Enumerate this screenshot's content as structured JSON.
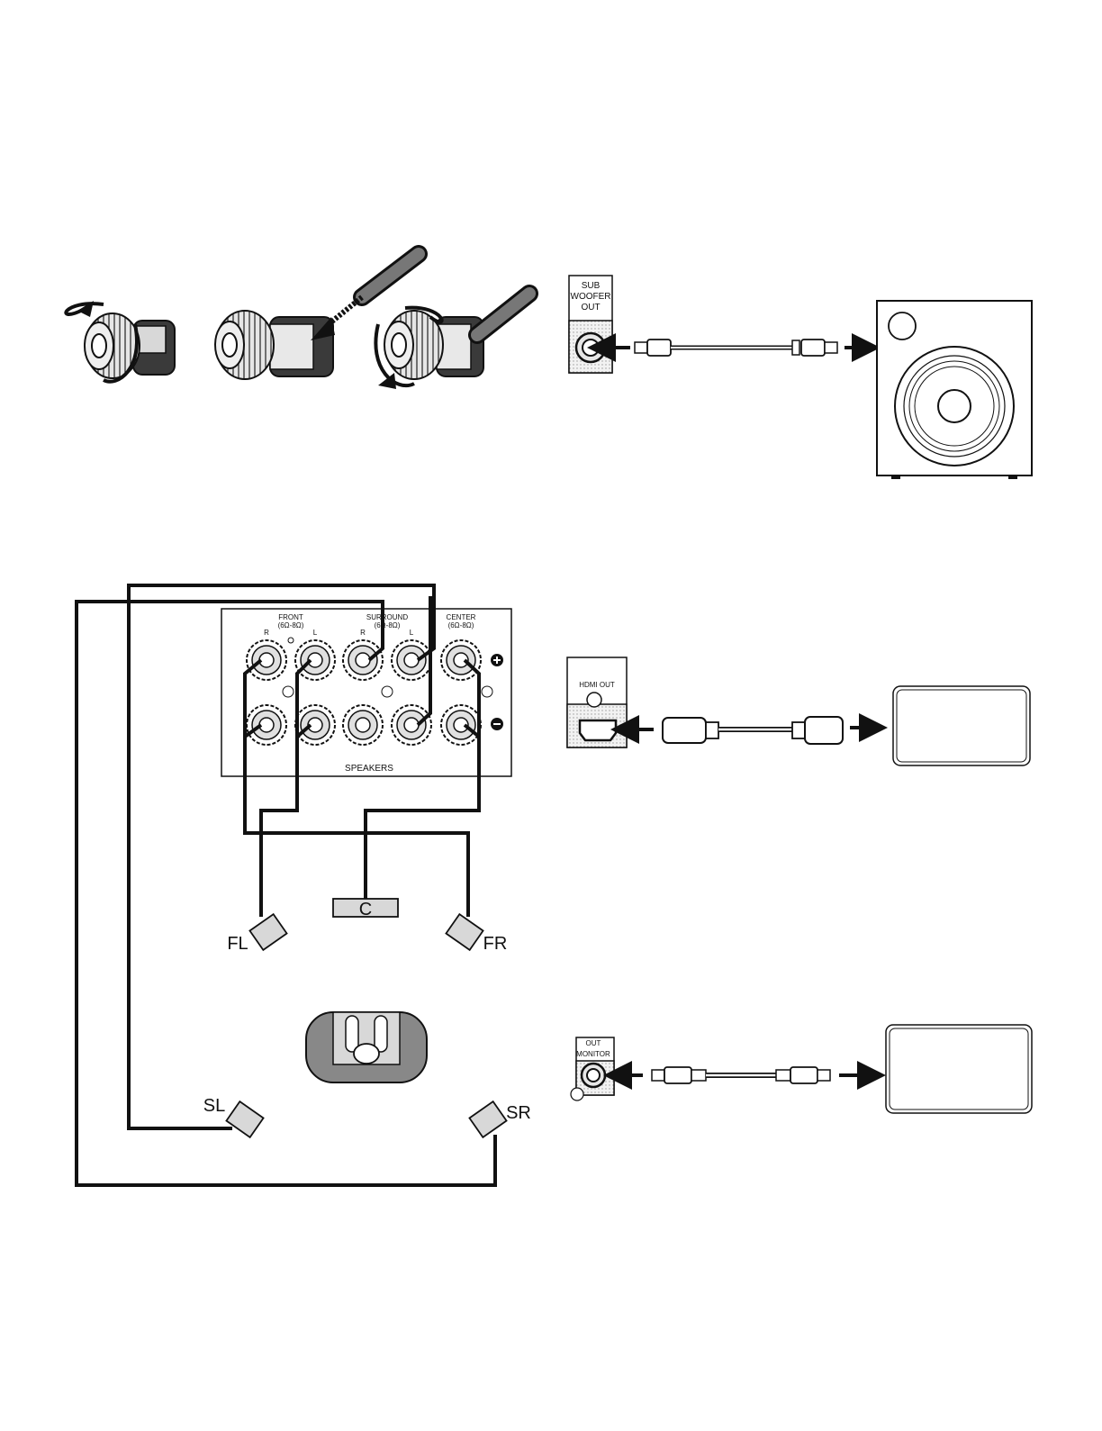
{
  "subwoofer_panel": {
    "line1": "SUB",
    "line2": "WOOFER",
    "line3": "OUT"
  },
  "hdmi_panel": {
    "label": "HDMI OUT"
  },
  "monitor_panel": {
    "line1": "OUT",
    "line2": "MONITOR"
  },
  "speaker_panel": {
    "front": "FRONT",
    "front_imp": "(6Ω-8Ω)",
    "surround": "SURROUND",
    "surround_imp": "(6Ω-8Ω)",
    "center": "CENTER",
    "center_imp": "(6Ω-8Ω)",
    "r": "R",
    "l": "L",
    "speakers": "SPEAKERS"
  },
  "speakers": {
    "fl": "FL",
    "fr": "FR",
    "c": "C",
    "sl": "SL",
    "sr": "SR"
  },
  "colors": {
    "line": "#111111",
    "gray": "#d8d8d8",
    "dark": "#3a3a3a"
  }
}
